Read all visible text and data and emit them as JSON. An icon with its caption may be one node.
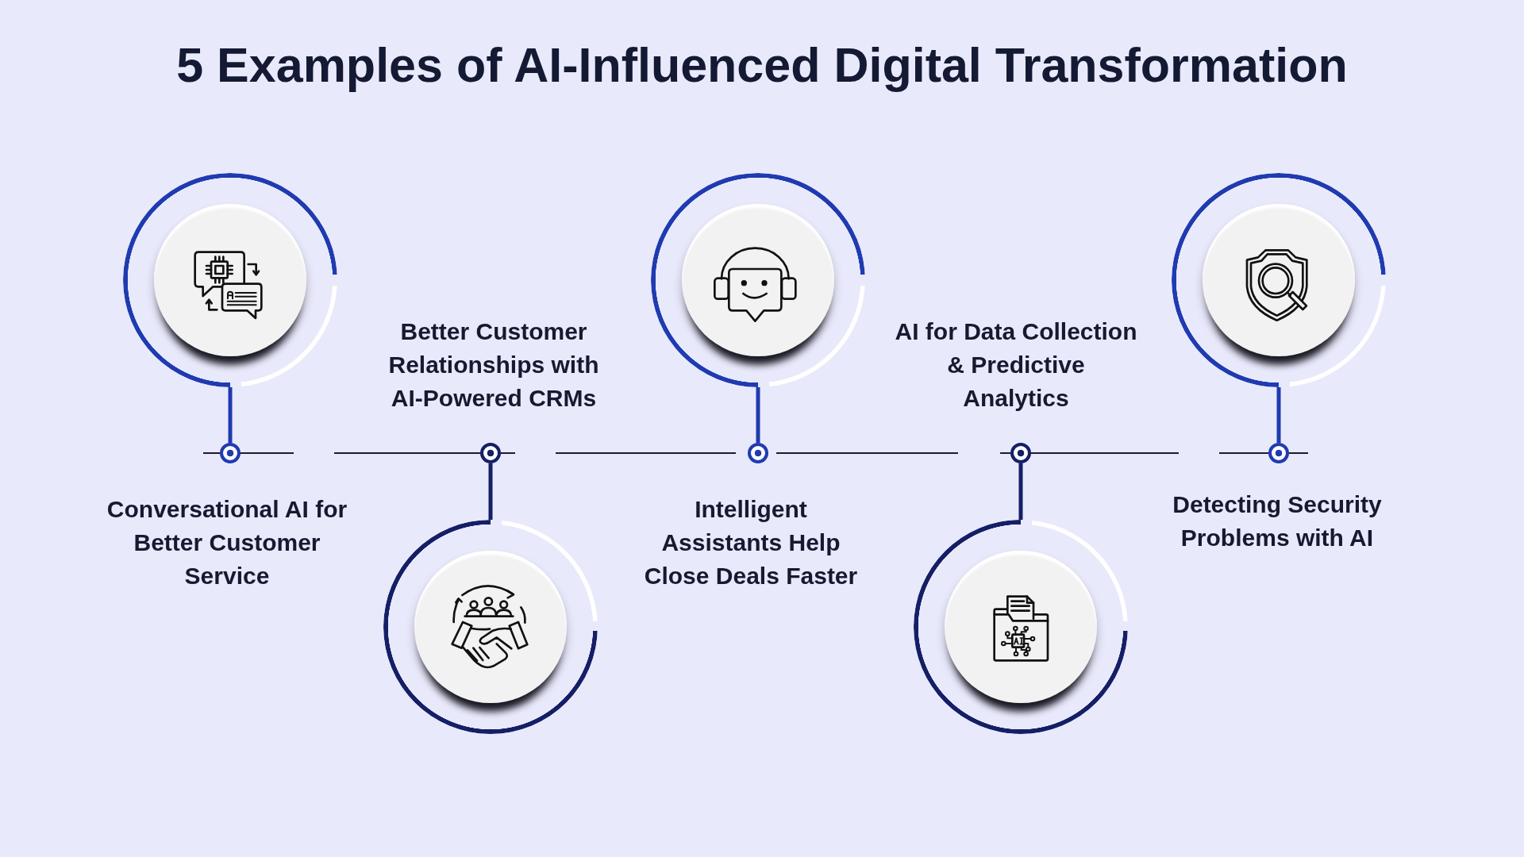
{
  "diagram": {
    "title": "5 Examples of AI-Influenced Digital Transformation",
    "nodes": [
      {
        "text": [],
        "shape": "circle"
      },
      {
        "text": [],
        "shape": "circle",
        "beside": [
          "Conversational AI for Better Customer Service"
        ]
      },
      {
        "text": [],
        "shape": "circle"
      },
      {
        "text": [],
        "shape": "circle",
        "beside": [
          "Better Customer Relationships with AI-Powered CRMs"
        ]
      },
      {
        "text": [],
        "shape": "circle"
      },
      {
        "text": [],
        "shape": "circle",
        "beside": [
          "Intelligent Assistants Help Close Deals Faster"
        ]
      },
      {
        "text": [],
        "shape": "circle"
      },
      {
        "text": [],
        "shape": "circle",
        "beside": [
          "AI for Data Collection & Predictive Analytics"
        ]
      },
      {
        "text": [],
        "shape": "circle"
      },
      {
        "text": [],
        "shape": "circle",
        "beside": [
          "Detecting Security Problems with AI"
        ]
      }
    ],
    "edges": [
      {
        "from": 0,
        "to": 1,
        "arrow": "none"
      },
      {
        "from": 2,
        "to": 3,
        "arrow": "none",
        "color": "#151f66"
      },
      {
        "from": 4,
        "to": 5,
        "arrow": "none"
      },
      {
        "from": 6,
        "to": 7,
        "arrow": "none",
        "color": "#151f66"
      },
      {
        "from": 8,
        "to": 9,
        "arrow": "none"
      }
    ]
  }
}
